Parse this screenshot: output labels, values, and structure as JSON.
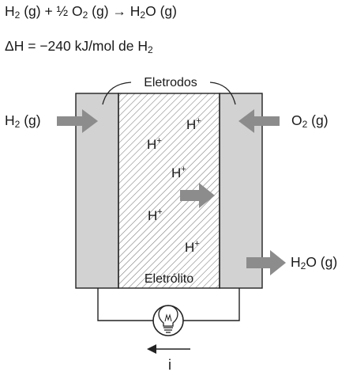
{
  "equation": {
    "line1": {
      "h2": "H",
      "h2_sub": "2",
      "h2_state": " (g)",
      "plus": " + ",
      "half": "½ O",
      "o2_sub": "2",
      "o2_state": " (g)",
      "arrow": " → ",
      "water_h": "H",
      "water_sub": "2",
      "water_rest": "O (g)"
    },
    "line2": {
      "prefix": "ΔH = ",
      "value": "−240",
      "unit": " kJ/mol de H",
      "unit_sub": "2"
    }
  },
  "diagram": {
    "electrodes_label": "Eletrodos",
    "electrolyte_label": "Eletrólito",
    "current_label": "i",
    "inputs": {
      "left": {
        "main": "H",
        "sub": "2",
        "rest": " (g)"
      },
      "right": {
        "main": "O",
        "sub": "2",
        "rest": " (g)"
      }
    },
    "output": {
      "main": "H",
      "sub": "2",
      "rest": "O (g)"
    },
    "ions": [
      {
        "text": "H",
        "charge": "+"
      },
      {
        "text": "H",
        "charge": "+"
      },
      {
        "text": "H",
        "charge": "+"
      },
      {
        "text": "H",
        "charge": "+"
      },
      {
        "text": "H",
        "charge": "+"
      }
    ],
    "colors": {
      "electrode_fill": "#d2d2d2",
      "arrow_fill": "#8c8c8c",
      "line": "#222222",
      "hatch": "#7a7a7a"
    },
    "icons": {
      "bulb": "lightbulb-icon",
      "current_arrow": "arrow-left-icon"
    }
  }
}
